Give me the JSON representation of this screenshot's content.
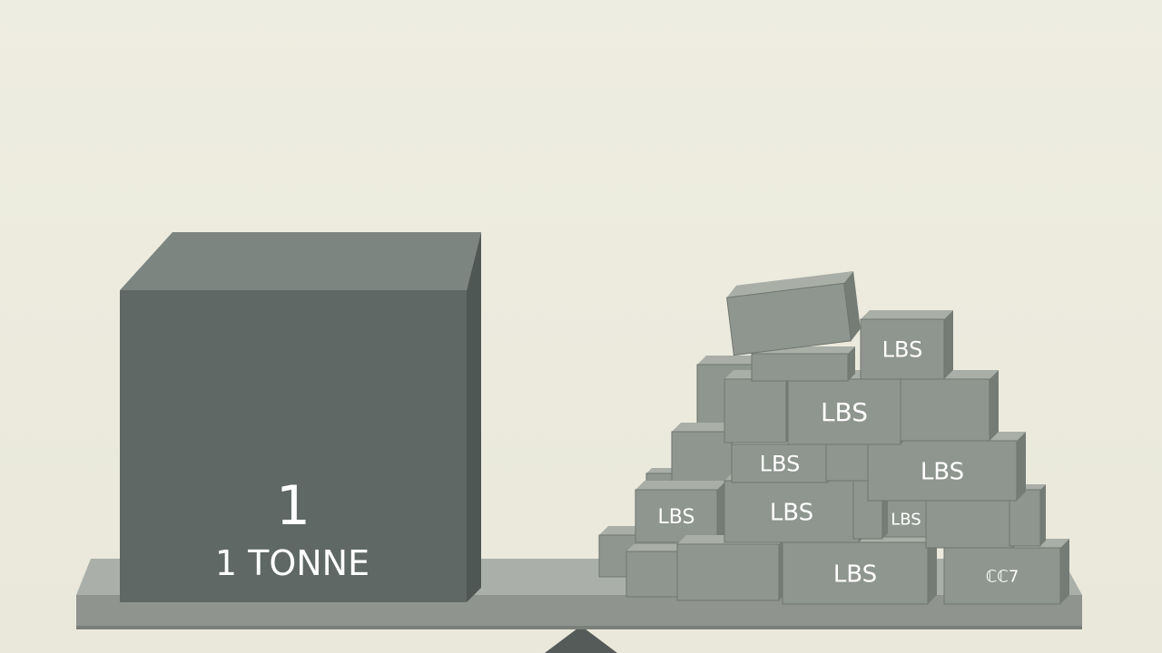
{
  "scene": {
    "colors": {
      "background": "#ecebdd",
      "cube_front": "#5f6865",
      "cube_top": "#7d8581",
      "cube_side": "#4f5754",
      "block_front": "#8f958f",
      "block_top": "#a9aea7",
      "block_side": "#757b75",
      "plank": "#8f948e",
      "fulcrum": "#555b58"
    },
    "cube": {
      "number": "1",
      "label": "1 TONNE"
    },
    "blocks": {
      "label": "LBS",
      "odd_label": "LBS",
      "scribble_label": "ℂℂ7"
    }
  }
}
